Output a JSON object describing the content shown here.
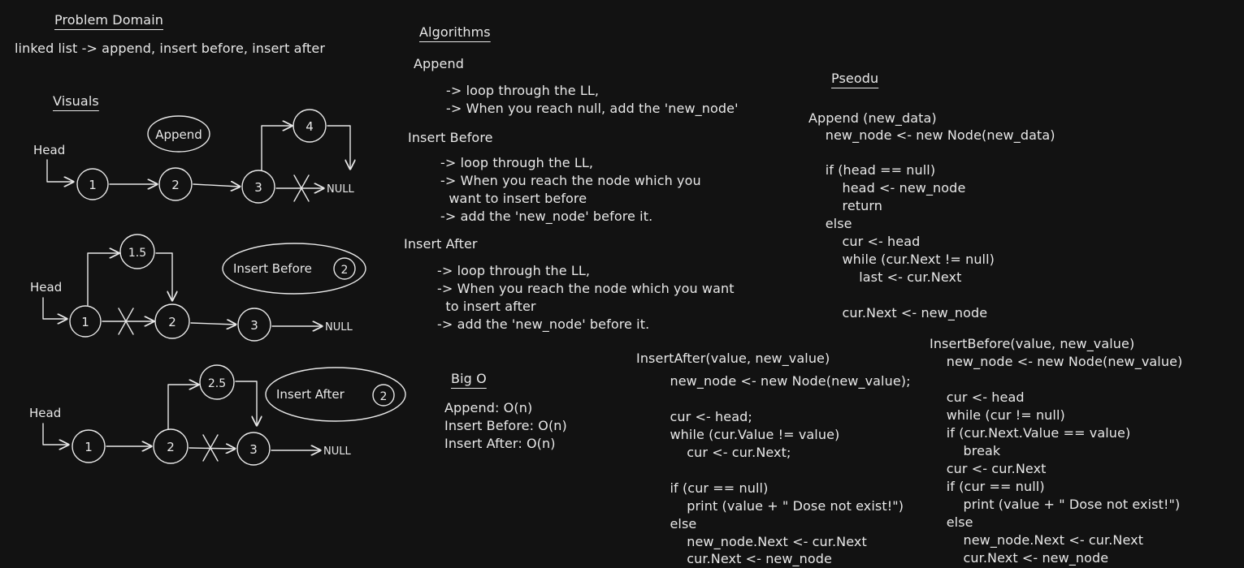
{
  "problem": {
    "heading": "Problem Domain",
    "text": "linked list -> append, insert before, insert after"
  },
  "visuals": {
    "heading": "Visuals",
    "append": {
      "badge": "Append",
      "head": "Head",
      "nodes": [
        "1",
        "2",
        "3"
      ],
      "new_node": "4",
      "null": "NULL"
    },
    "insert_before": {
      "badge": "Insert Before",
      "badge_node": "2",
      "head": "Head",
      "nodes": [
        "1",
        "2",
        "3"
      ],
      "new_node": "1.5",
      "null": "NULL"
    },
    "insert_after": {
      "badge": "Insert After",
      "badge_node": "2",
      "head": "Head",
      "nodes": [
        "1",
        "2",
        "3"
      ],
      "new_node": "2.5",
      "null": "NULL"
    }
  },
  "algorithms": {
    "heading": "Algorithms",
    "append": {
      "title": "Append",
      "lines": [
        "-> loop through the LL,",
        "-> When you reach null, add the 'new_node'"
      ]
    },
    "insert_before": {
      "title": "Insert Before",
      "lines": [
        "-> loop through the LL,",
        "-> When you reach the node which you",
        "  want to insert before",
        "-> add the 'new_node' before it."
      ]
    },
    "insert_after": {
      "title": "Insert After",
      "lines": [
        "-> loop through the LL,",
        "-> When you reach the node which you want",
        "  to insert after",
        "-> add the 'new_node' before it."
      ]
    }
  },
  "big_o": {
    "heading": "Big O",
    "lines": [
      "Append: O(n)",
      "Insert Before: O(n)",
      "Insert After: O(n)"
    ]
  },
  "pseudo": {
    "heading": "Pseodu",
    "append": [
      "Append (new_data)",
      "    new_node <- new Node(new_data)",
      "",
      "    if (head == null)",
      "        head <- new_node",
      "        return",
      "    else",
      "        cur <- head",
      "        while (cur.Next != null)",
      "            last <- cur.Next",
      "",
      "        cur.Next <- new_node"
    ],
    "insert_after": [
      "InsertAfter(value, new_value)",
      "        new_node <- new Node(new_value);",
      "",
      "        cur <- head;",
      "        while (cur.Value != value)",
      "            cur <- cur.Next;",
      "",
      "        if (cur == null)",
      "            print (value + \" Dose not exist!\")",
      "        else",
      "            new_node.Next <- cur.Next",
      "            cur.Next <- new_node"
    ],
    "insert_before": [
      "InsertBefore(value, new_value)",
      "    new_node <- new Node(new_value)",
      "",
      "    cur <- head",
      "    while (cur != null)",
      "    if (cur.Next.Value == value)",
      "        break",
      "    cur <- cur.Next",
      "    if (cur == null)",
      "        print (value + \" Dose not exist!\")",
      "    else",
      "        new_node.Next <- cur.Next",
      "        cur.Next <- new_node"
    ]
  }
}
